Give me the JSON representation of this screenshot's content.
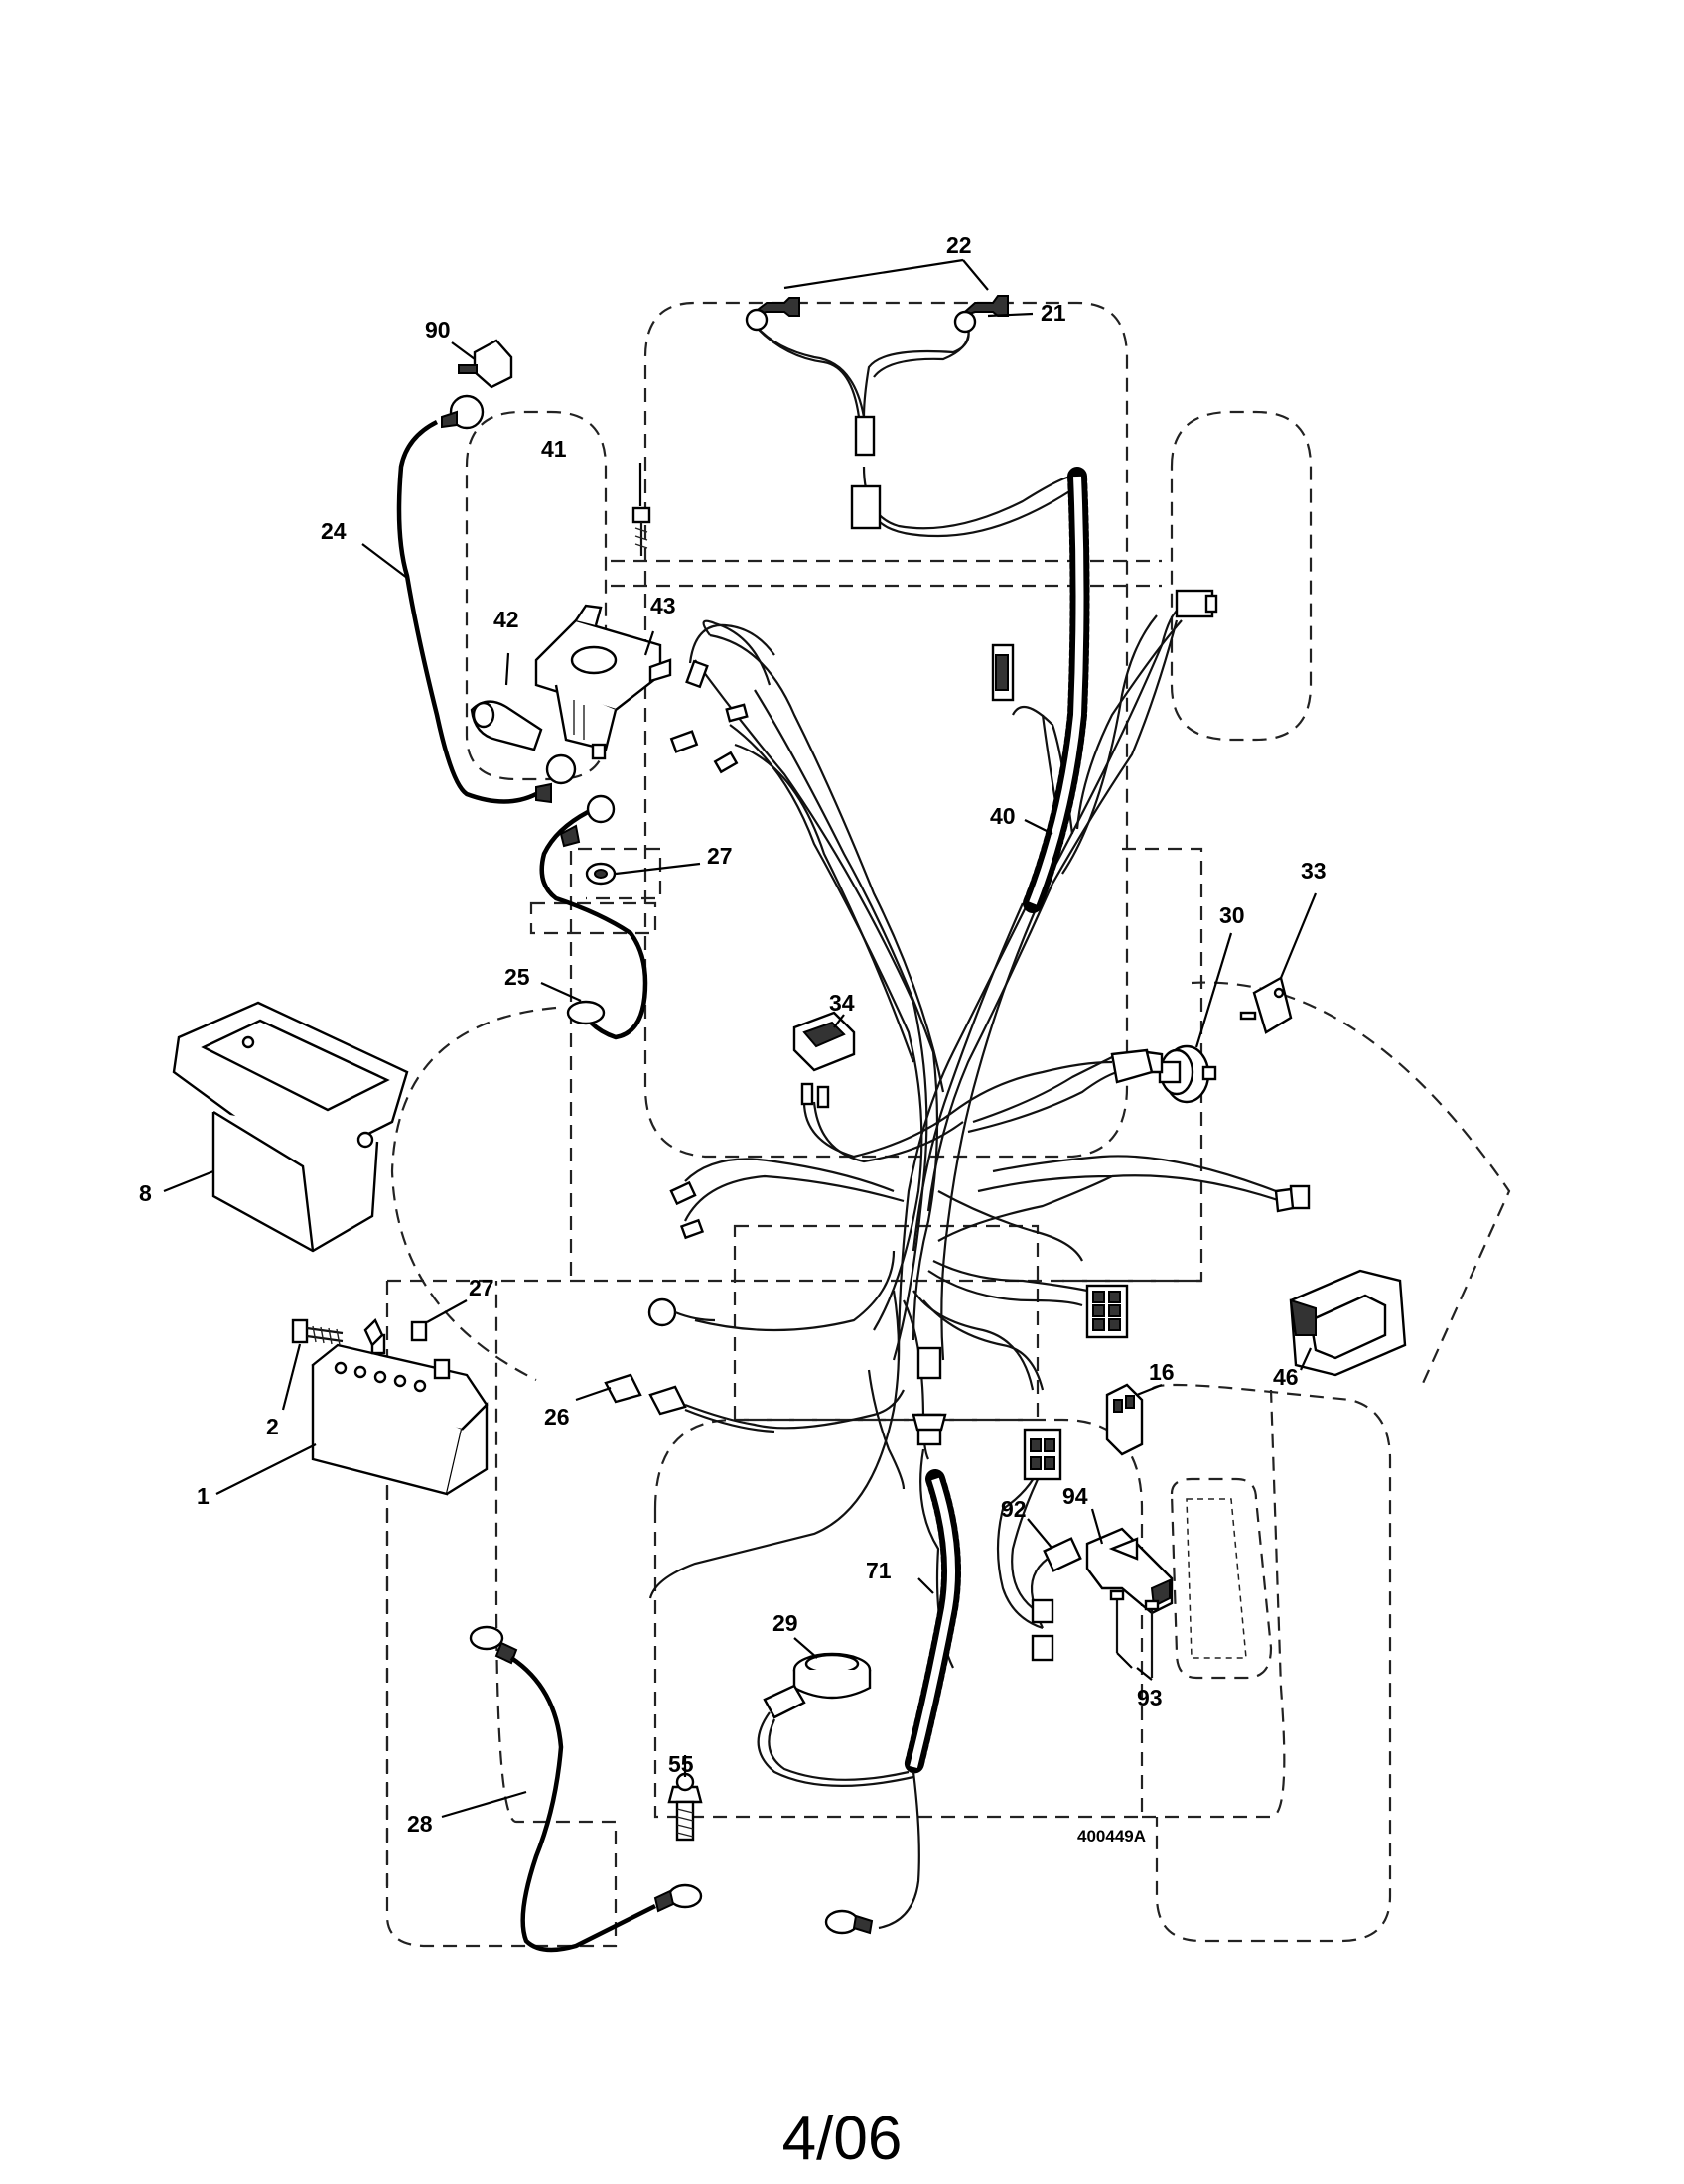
{
  "diagram": {
    "drawing_number": "400449A",
    "page_date": "4/06",
    "callouts": {
      "c22": "22",
      "c21": "21",
      "c90": "90",
      "c41": "41",
      "c24": "24",
      "c42": "42",
      "c43": "43",
      "c27a": "27",
      "c40": "40",
      "c33": "33",
      "c30": "30",
      "c25": "25",
      "c34": "34",
      "c8": "8",
      "c27b": "27",
      "c2": "2",
      "c1": "1",
      "c26": "26",
      "c16": "16",
      "c46": "46",
      "c92": "92",
      "c94": "94",
      "c71": "71",
      "c29": "29",
      "c93": "93",
      "c55": "55",
      "c28": "28"
    }
  }
}
